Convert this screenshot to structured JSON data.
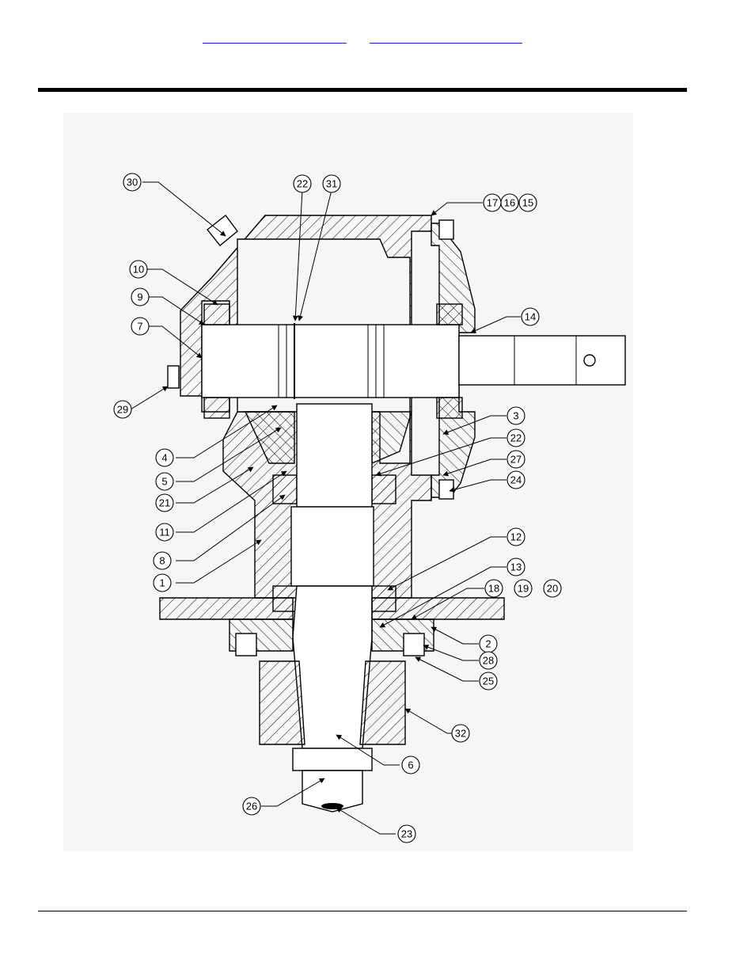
{
  "header_links": [
    {
      "text": ""
    },
    {
      "text": ""
    }
  ],
  "callouts": [
    "1",
    "2",
    "3",
    "4",
    "5",
    "6",
    "7",
    "8",
    "9",
    "10",
    "11",
    "12",
    "13",
    "14",
    "15",
    "16",
    "17",
    "18",
    "19",
    "20",
    "21",
    "22",
    "22",
    "23",
    "24",
    "25",
    "26",
    "27",
    "28",
    "29",
    "30",
    "31",
    "32"
  ]
}
